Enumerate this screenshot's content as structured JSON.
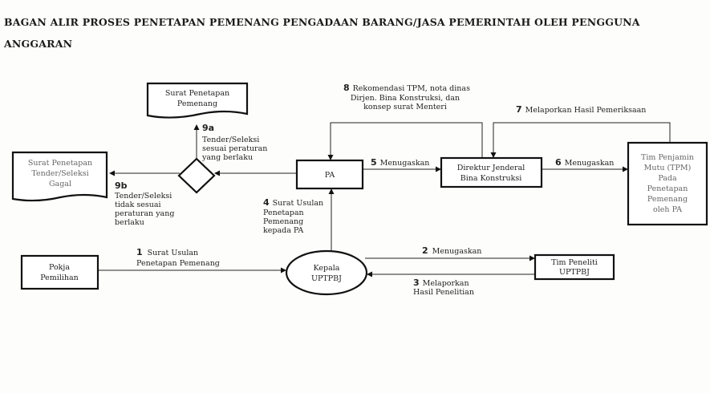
{
  "title": {
    "line1": "BAGAN ALIR PROSES PENETAPAN PEMENANG PENGADAAN BARANG/JASA PEMERINTAH OLEH PENGGUNA",
    "line2": "ANGGARAN"
  },
  "nodes": {
    "surat_pemenang": [
      "Surat Penetapan",
      "Pemenang"
    ],
    "surat_gagal": [
      "Surat Penetapan",
      "Tender/Seleksi",
      "Gagal"
    ],
    "pa": "PA",
    "dirjen": [
      "Direktur Jenderal",
      "Bina Konstruksi"
    ],
    "tpm": [
      "Tim Penjamin",
      "Mutu (TPM)",
      "Pada",
      "Penetapan",
      "Pemenang",
      "oleh PA"
    ],
    "pokja": [
      "Pokja",
      "Pemilihan"
    ],
    "kepala": [
      "Kepala",
      "UPTPBJ"
    ],
    "tim_peneliti": [
      "Tim Peneliti",
      "UPTPBJ"
    ]
  },
  "steps": {
    "s1": {
      "num": "1",
      "lines": [
        "Surat Usulan",
        "Penetapan Pemenang"
      ]
    },
    "s2": {
      "num": "2",
      "lines": [
        "Menugaskan"
      ]
    },
    "s3": {
      "num": "3",
      "lines": [
        "Melaporkan",
        "Hasil Penelitian"
      ]
    },
    "s4": {
      "num": "4",
      "lines": [
        "Surat Usulan",
        "Penetapan",
        "Pemenang",
        "kepada PA"
      ]
    },
    "s5": {
      "num": "5",
      "lines": [
        "Menugaskan"
      ]
    },
    "s6": {
      "num": "6",
      "lines": [
        "Menugaskan"
      ]
    },
    "s7": {
      "num": "7",
      "lines": [
        "Melaporkan Hasil Pemeriksaan"
      ]
    },
    "s8": {
      "num": "8",
      "lines": [
        "Rekomendasi TPM, nota dinas",
        "Dirjen. Bina Konstruksi, dan",
        "konsep surat Menteri"
      ]
    },
    "s9a": {
      "num": "9a",
      "lines": [
        "Tender/Seleksi",
        "sesuai peraturan",
        "yang berlaku"
      ]
    },
    "s9b": {
      "num": "9b",
      "lines": [
        "Tender/Seleksi",
        "tidak sesuai",
        "peraturan yang",
        "berlaku"
      ]
    }
  }
}
